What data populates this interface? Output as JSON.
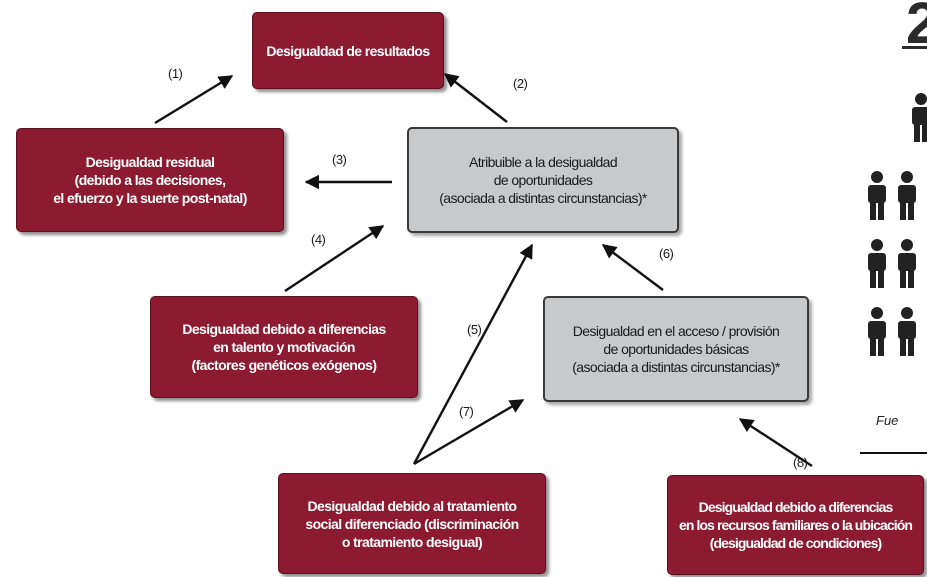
{
  "nodes": {
    "resultados": [
      "Desigualdad de resultados"
    ],
    "residual": [
      "Desigualdad residual",
      "(debido a las decisiones,",
      "el efuerzo y la suerte post-natal)"
    ],
    "oportunidades": [
      "Atribuible a la desigualdad",
      "de oportunidades",
      "(asociada a distintas circunstancias)*"
    ],
    "talento": [
      "Desigualdad debido a diferencias",
      "en talento y motivación",
      "(factores genéticos exógenos)"
    ],
    "acceso": [
      "Desigualdad en el acceso / provisión",
      "de oportunidades básicas",
      "(asociada a distintas circunstancias)*"
    ],
    "tratamiento": [
      "Desigualdad debido al tratamiento",
      "social diferenciado (discriminación",
      "o tratamiento desigual)"
    ],
    "recursos": [
      "Desigualdad debido a diferencias",
      "en los recursos familiares o la ubicación",
      "(desigualdad de condiciones)"
    ]
  },
  "arrow_labels": [
    "(1)",
    "(2)",
    "(3)",
    "(4)",
    "(5)",
    "(6)",
    "(7)",
    "(8)"
  ],
  "side_panel": {
    "source_label": "Fue"
  },
  "colors": {
    "red_box": "#8c1a30",
    "grey_box": "#c8c9cb",
    "arrow": "#111111"
  }
}
